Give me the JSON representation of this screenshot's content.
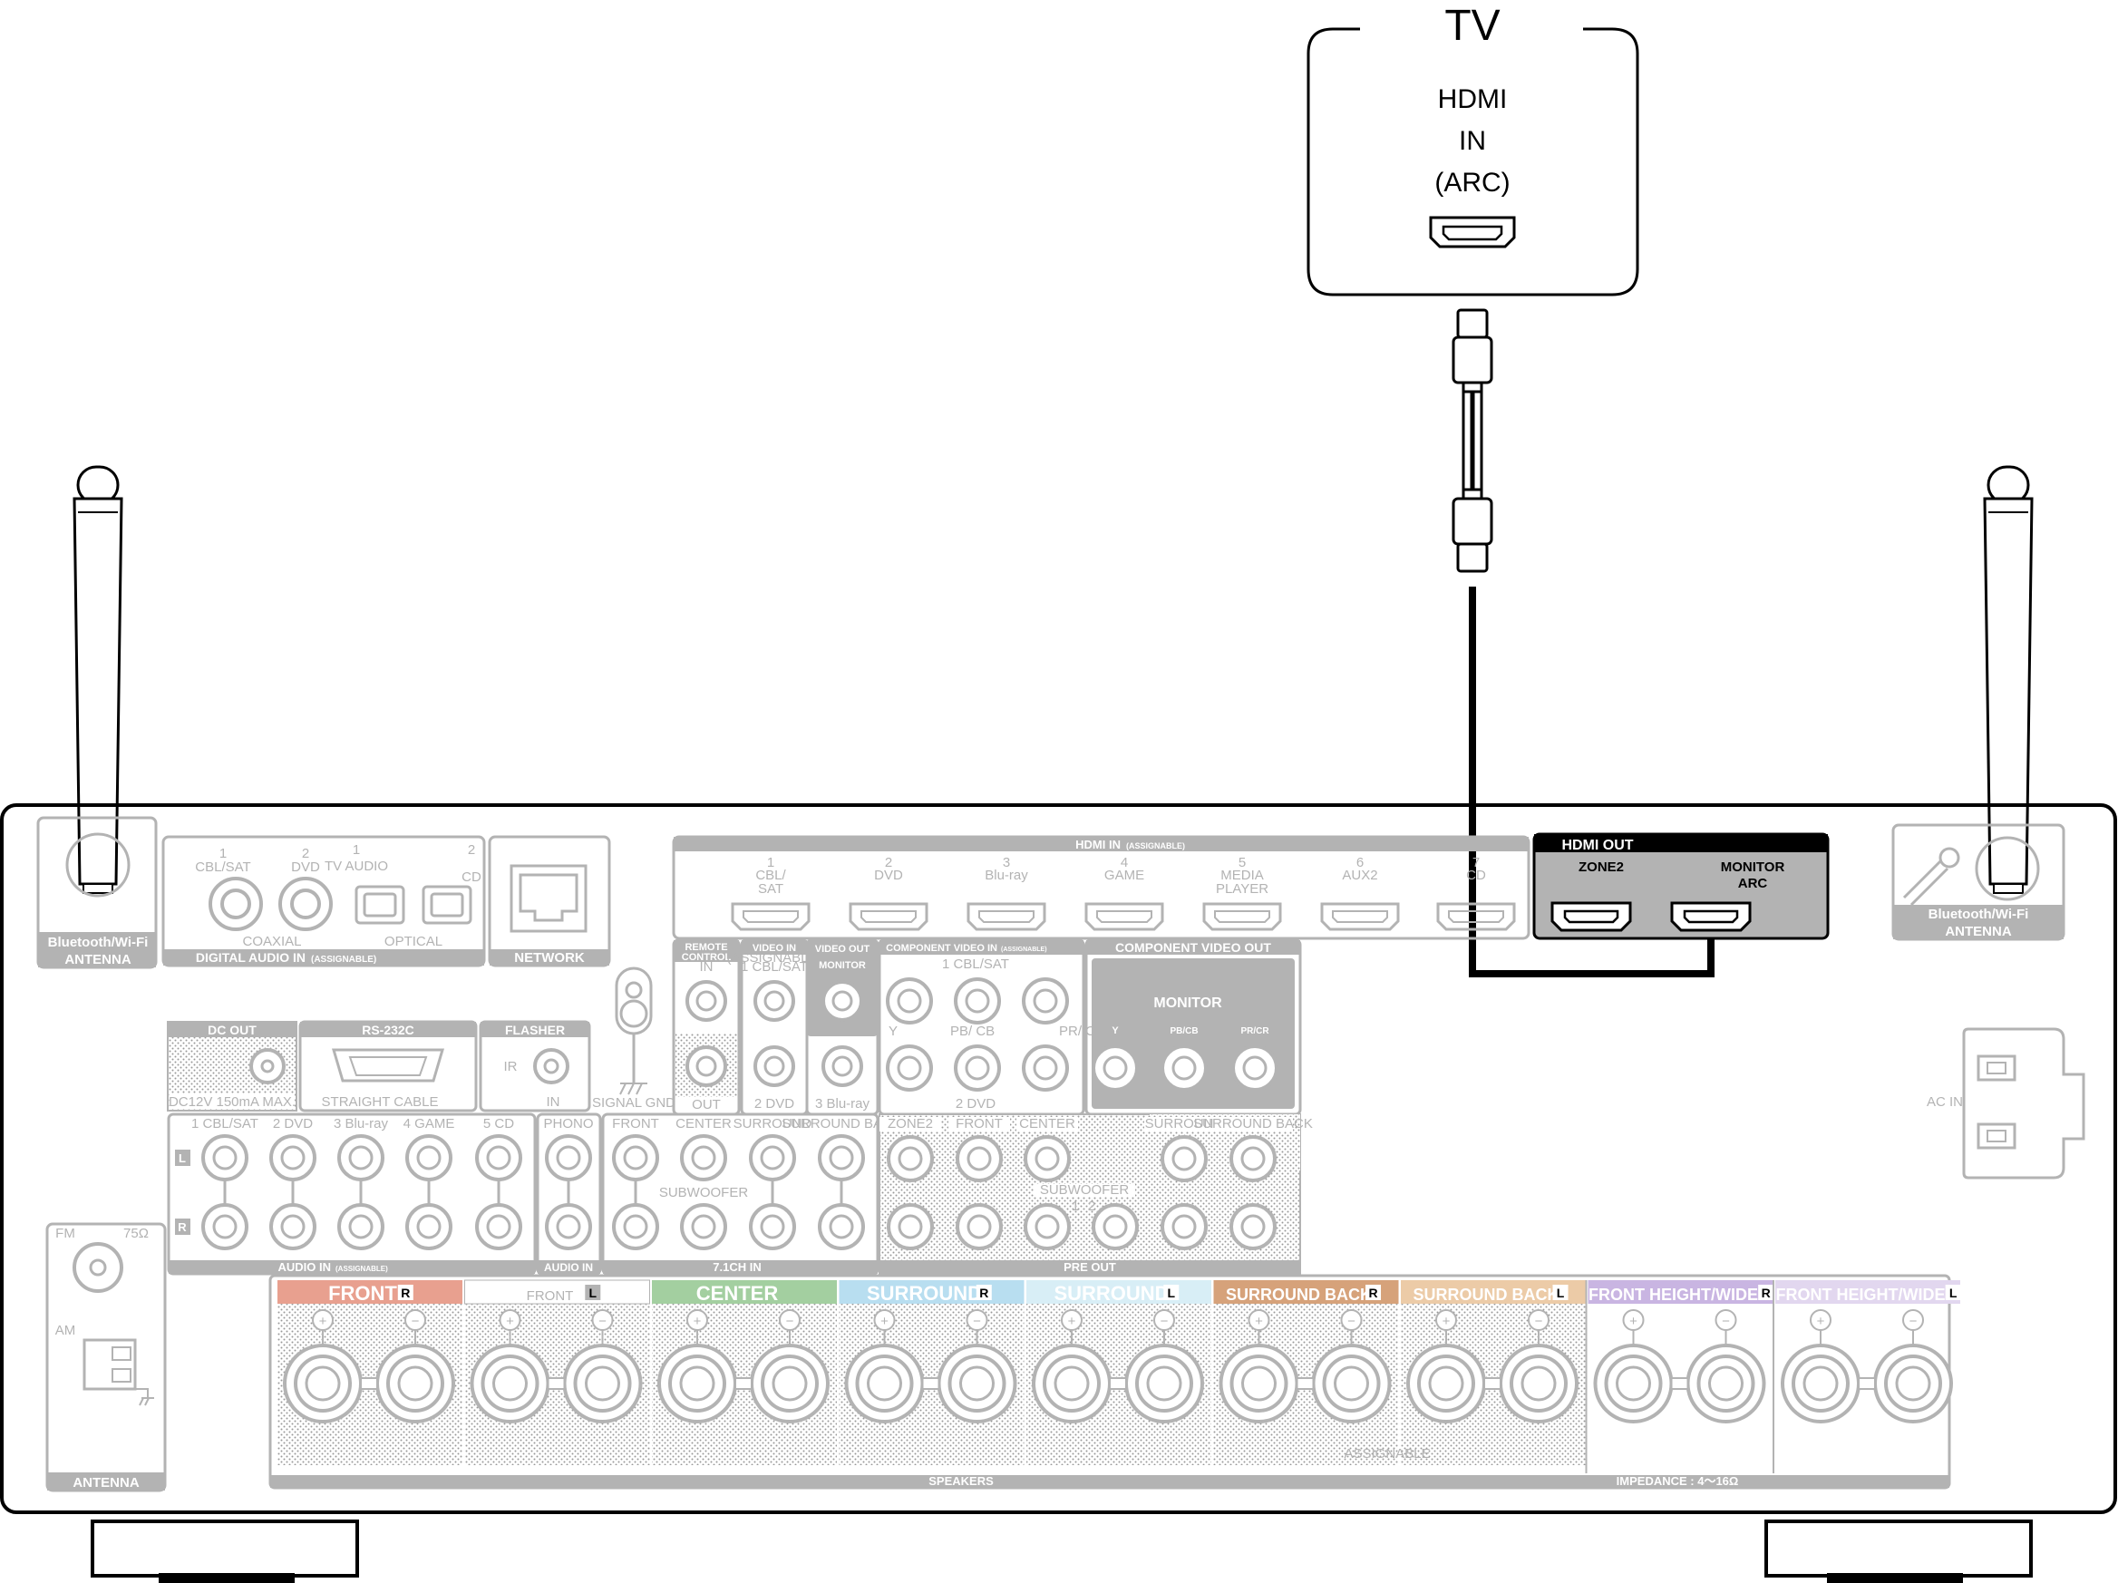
{
  "tv": {
    "title": "TV",
    "port_lines": [
      "HDMI",
      "IN",
      "(ARC)"
    ]
  },
  "antennas": {
    "left_label": [
      "Bluetooth/Wi-Fi",
      "ANTENNA"
    ],
    "right_label": [
      "Bluetooth/Wi-Fi",
      "ANTENNA"
    ]
  },
  "digital_audio": {
    "coax_nums": [
      "1",
      "2"
    ],
    "coax_names": [
      "CBL/SAT",
      "DVD"
    ],
    "opt_nums": [
      "1",
      "2"
    ],
    "opt_names": [
      "TV AUDIO",
      "CD"
    ],
    "coaxial": "COAXIAL",
    "optical": "OPTICAL",
    "group": "DIGITAL AUDIO IN",
    "assignable": "(ASSIGNABLE)"
  },
  "network": "NETWORK",
  "hdmi_in": {
    "header": "HDMI IN",
    "assignable": "(ASSIGNABLE)",
    "inputs": [
      {
        "num": "1",
        "name": "CBL/ SAT"
      },
      {
        "num": "2",
        "name": "DVD"
      },
      {
        "num": "3",
        "name": "Blu-ray"
      },
      {
        "num": "4",
        "name": "GAME"
      },
      {
        "num": "5",
        "name": "MEDIA PLAYER"
      },
      {
        "num": "6",
        "name": "AUX2"
      },
      {
        "num": "7",
        "name": "CD"
      }
    ]
  },
  "hdmi_out": {
    "header": "HDMI OUT",
    "zone2": "ZONE2",
    "monitor": "MONITOR",
    "arc": "ARC"
  },
  "remote_control": {
    "header": "REMOTE CONTROL",
    "in": "IN",
    "out": "OUT"
  },
  "video_in": {
    "header": "VIDEO IN",
    "assignable": "(ASSIGNABLE)",
    "inputs": [
      "1 CBL/SAT",
      "2 DVD",
      "3 Blu-ray"
    ]
  },
  "video_out": {
    "header": "VIDEO OUT",
    "monitor": "MONITOR"
  },
  "component_in": {
    "header": "COMPONENT VIDEO IN",
    "assignable": "(ASSIGNABLE)",
    "in1": "1 CBL/SAT",
    "in2": "2 DVD",
    "y": "Y",
    "pb": "PB/ CB",
    "pr": "PR/ CR"
  },
  "component_out": {
    "header": "COMPONENT VIDEO OUT",
    "monitor": "MONITOR",
    "y": "Y",
    "pb": "PB/CB",
    "pr": "PR/CR"
  },
  "dc_out": {
    "header": "DC OUT",
    "spec": "DC12V 150mA MAX."
  },
  "rs232c": {
    "header": "RS-232C",
    "cable": "STRAIGHT CABLE"
  },
  "flasher": {
    "header": "FLASHER",
    "ir": "IR",
    "in": "IN"
  },
  "signal_gnd": "SIGNAL GND",
  "audio_in": {
    "inputs": [
      "1 CBL/SAT",
      "2 DVD",
      "3 Blu-ray",
      "4 GAME",
      "5 CD"
    ],
    "group": "AUDIO IN",
    "assignable": "(ASSIGNABLE)",
    "l": "L",
    "r": "R"
  },
  "phono": {
    "header": "PHONO",
    "group": "AUDIO IN"
  },
  "ch71_in": {
    "cols": [
      "FRONT",
      "CENTER",
      "SURROUND",
      "SURROUND BACK"
    ],
    "subwoofer": "SUBWOOFER",
    "group": "7.1CH IN"
  },
  "pre_out": {
    "cols": [
      "ZONE2",
      "FRONT",
      "CENTER",
      "SURROUND",
      "SURROUND BACK"
    ],
    "subwoofer": "SUBWOOFER",
    "sub_nums": [
      "1",
      "2"
    ],
    "group": "PRE OUT"
  },
  "speakers": {
    "channels": [
      {
        "name": "FRONT",
        "side": "R",
        "color": "#e8a08f"
      },
      {
        "name": "FRONT",
        "side": "L",
        "color": "#ffffff"
      },
      {
        "name": "CENTER",
        "side": "",
        "color": "#a3cfa0"
      },
      {
        "name": "SURROUND",
        "side": "R",
        "color": "#b8def0"
      },
      {
        "name": "SURROUND",
        "side": "L",
        "color": "#d8eef6"
      },
      {
        "name": "SURROUND BACK",
        "side": "R",
        "color": "#d6a27a"
      },
      {
        "name": "SURROUND BACK",
        "side": "L",
        "color": "#eccba7"
      },
      {
        "name": "FRONT HEIGHT/WIDE",
        "side": "R",
        "color": "#c9b5e2"
      },
      {
        "name": "FRONT HEIGHT/WIDE",
        "side": "L",
        "color": "#e2d7ef"
      }
    ],
    "group": "SPEAKERS",
    "impedance": "IMPEDANCE : 4～16Ω",
    "assignable": "ASSIGNABLE",
    "plus": "+",
    "minus": "−"
  },
  "antenna_terminal": {
    "fm": "FM",
    "ohm": "75Ω",
    "am": "AM",
    "group": "ANTENNA"
  },
  "ac_in": "AC IN",
  "colors": {
    "outline": "#000000",
    "panel": "#b3b3b3",
    "highlight": "#333333",
    "hatch": "#888888"
  }
}
